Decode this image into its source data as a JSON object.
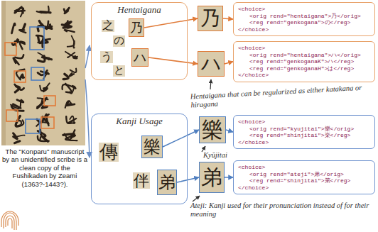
{
  "diagram": {
    "caption": "The \"Konparu\" manuscript by an unidentified scribe is a clean copy of the Fushikaden by Zeami (1363?-1443?).",
    "nodes": [
      {
        "text": [
          "Hentaigana"
        ]
      },
      {
        "text": [
          "乃"
        ],
        "in": 0
      },
      {
        "text": [
          "ハ"
        ],
        "in": 0
      },
      {
        "text": [
          "乃"
        ]
      },
      {
        "text": [
          "<choice>",
          "<orig rend=\"hentaigana\">乃</orig>",
          "<reg rend=\"genkogana\">の</reg>",
          "</choice>"
        ]
      },
      {
        "text": [
          "ハ"
        ]
      },
      {
        "text": [
          "<choice>",
          "<orig rend=\"hentaigana\">ハ</orig>",
          "<reg rend=\"genkoganaK\">ハ</reg>",
          "<reg rend=\"genkoganaH\">は</reg>",
          "</choice>"
        ]
      },
      {
        "text": [
          "Kanji Usage"
        ]
      },
      {
        "text": [
          "樂"
        ],
        "in": 7
      },
      {
        "text": [
          "弟"
        ],
        "in": 7
      },
      {
        "text": [
          "樂"
        ]
      },
      {
        "text": [
          "<choice>",
          "<orig rend=\"kyujitai\">樂</orig>",
          "<reg rend=\"shinjitai\">楽</reg>",
          "</choice>"
        ]
      },
      {
        "text": [
          "弟"
        ]
      },
      {
        "text": [
          "<choice>",
          "<orig rend=\"ateji\">弟</orig>",
          "<reg rend=\"shinjitai\">第</reg>",
          "</choice>"
        ]
      }
    ],
    "edges": [
      {
        "from": 1,
        "to": 3,
        "arrow": "to"
      },
      {
        "from": 3,
        "to": 4,
        "arrow": "to"
      },
      {
        "from": 2,
        "to": 5,
        "arrow": "to"
      },
      {
        "from": 5,
        "to": 6,
        "arrow": "to"
      },
      {
        "from": 8,
        "to": 10,
        "arrow": "to"
      },
      {
        "from": 10,
        "to": 11,
        "arrow": "to"
      },
      {
        "from": 9,
        "to": 12,
        "arrow": "to"
      },
      {
        "from": 12,
        "to": 13,
        "arrow": "to"
      }
    ],
    "labels": [
      "之",
      "の",
      "う",
      "と",
      "Hentaigana that can be regularized as either katakana or hiragana",
      "傳",
      "伴",
      "Kyūjitai",
      "Ateji: Kanji used for their pronunciation instead of for their meaning"
    ]
  }
}
